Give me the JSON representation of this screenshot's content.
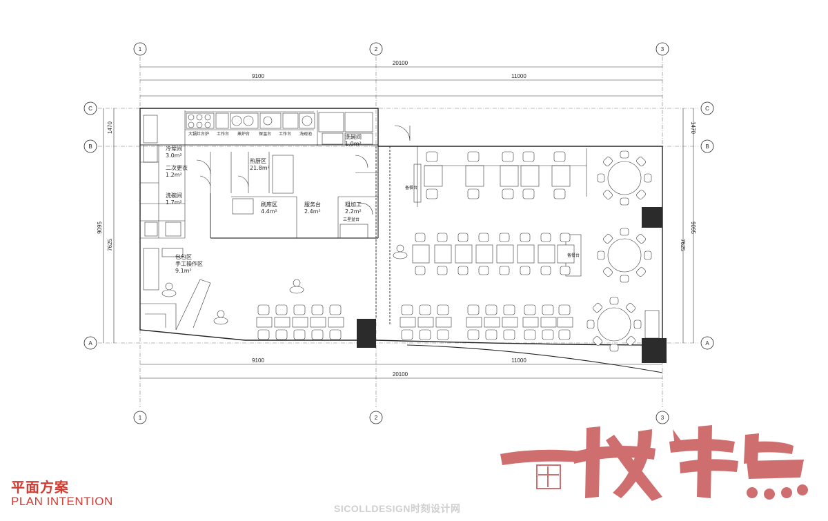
{
  "title": {
    "cn": "平面方案",
    "en": "PLAN INTENTION"
  },
  "watermark": "SICOLLDESIGN时刻设计网",
  "brand": {
    "characters": "一城半点",
    "color": "#cf6e6e",
    "accent": "#d23b31"
  },
  "grid_axes": {
    "columns": [
      "1",
      "2",
      "3"
    ],
    "rows": [
      "C",
      "B",
      "A"
    ]
  },
  "dimensions": {
    "top_total": "20100",
    "top_left": "9100",
    "top_right": "11000",
    "bottom_left": "9100",
    "bottom_right": "11000",
    "bottom_total": "20100",
    "left_upper": "1470",
    "left_lower": "7625",
    "left_total": "9095",
    "right_upper": "1470",
    "right_lower": "7625",
    "right_total": "9095"
  },
  "rooms": {
    "cold_room": [
      "冷荤间",
      "3.0m²"
    ],
    "second_change": [
      "二次更衣",
      "1.2m²"
    ],
    "hot_kitchen": [
      "热厨区",
      "21.8m²"
    ],
    "wash_room": [
      "洗碗间",
      "1.7m²"
    ],
    "dish_wash": [
      "洗碗间",
      "1.0m²"
    ],
    "cutting": [
      "刷库区",
      "4.4m²"
    ],
    "service_counter": [
      "服务台",
      "2.4m²"
    ],
    "rough_process": [
      "粗加工",
      "2.2m²"
    ],
    "handmade": [
      "包包区",
      "手工操作区",
      "9.1m²"
    ],
    "prep_station_1": "备餐台",
    "prep_station_2": "备餐台"
  },
  "equipment": {
    "stove": "大锅灶台炉",
    "work_table_1": "工作台",
    "steamer": "蒸炉台",
    "cold_counter": "保温台",
    "work_table_2": "工作台",
    "sink": "洗碗池",
    "three_sink": "三星盆台"
  }
}
